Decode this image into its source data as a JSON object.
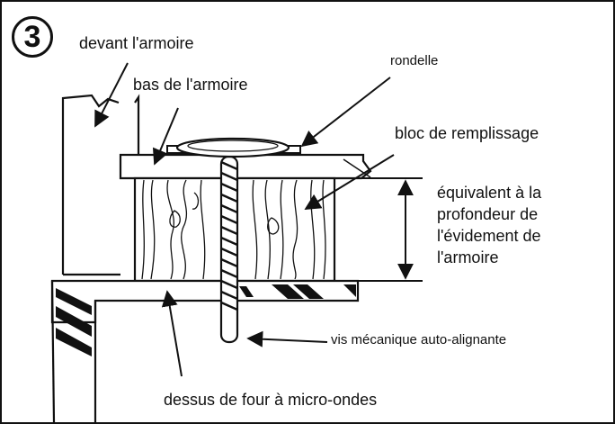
{
  "diagram": {
    "step_number": "3",
    "labels": {
      "cabinet_front": "devant l'armoire",
      "cabinet_bottom": "bas de l'armoire",
      "washer": "rondelle",
      "filler_block": "bloc de remplissage",
      "recess_depth": "équivalent à la profondeur de l'évidement de l'armoire",
      "screw": "vis mécanique auto-alignante",
      "microwave_top": "dessus de four à micro-ondes"
    }
  }
}
